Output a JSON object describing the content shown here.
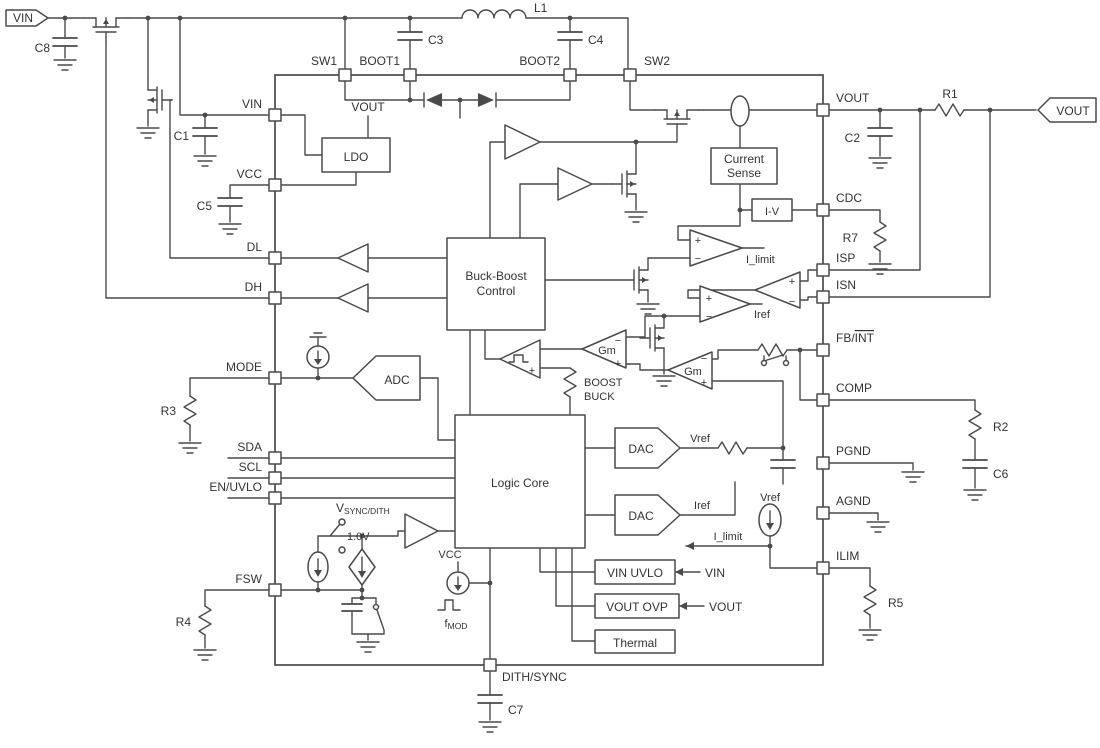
{
  "diagram": {
    "flags": {
      "vin": "VIN",
      "vout": "VOUT"
    },
    "pins": {
      "top": [
        "SW1",
        "BOOT1",
        "BOOT2",
        "SW2"
      ],
      "left": [
        "VIN",
        "VCC",
        "DL",
        "DH",
        "MODE",
        "SDA",
        "SCL",
        "EN/UVLO",
        "FSW"
      ],
      "right": [
        "VOUT",
        "CDC",
        "ISP",
        "ISN",
        {
          "pre": "FB/",
          "overline": "INT"
        },
        "COMP",
        "PGND",
        "AGND",
        "ILIM"
      ],
      "bottom": [
        "DITH/SYNC"
      ]
    },
    "blocks": {
      "ldo": "LDO",
      "buck_boost_line1": "Buck-Boost",
      "buck_boost_line2": "Control",
      "adc": "ADC",
      "logic_core": "Logic Core",
      "dac_v": "DAC",
      "dac_i": "DAC",
      "current_sense_line1": "Current",
      "current_sense_line2": "Sense",
      "i_to_v": "I-V",
      "vin_uvlo": "VIN UVLO",
      "vout_ovp": "VOUT OVP",
      "thermal": "Thermal",
      "gm_current": "Gm",
      "gm_voltage": "Gm"
    },
    "components": {
      "l1": "L1",
      "c1": "C1",
      "c2": "C2",
      "c3": "C3",
      "c4": "C4",
      "c5": "C5",
      "c6": "C6",
      "c7": "C7",
      "c8": "C8",
      "r1": "R1",
      "r2": "R2",
      "r3": "R3",
      "r4": "R4",
      "r5": "R5",
      "r7": "R7"
    },
    "signals": {
      "ldo_input": "VOUT",
      "i_limit_comparator": "I_limit",
      "iref_comparator": "Iref",
      "boost": "BOOST",
      "buck": "BUCK",
      "vref_dac": "Vref",
      "iref_dac": "Iref",
      "vref_source": "Vref",
      "i_limit_setpoint": "I_limit",
      "vin_monitor": "VIN",
      "vout_monitor": "VOUT",
      "vsync": {
        "base": "V",
        "sub": "SYNC/DITH"
      },
      "one_volt": "1.0V",
      "vcc_rail": "VCC",
      "fmod": {
        "base": "f",
        "sub": "MOD"
      }
    },
    "signs": {
      "plus": "+",
      "minus": "−"
    }
  }
}
